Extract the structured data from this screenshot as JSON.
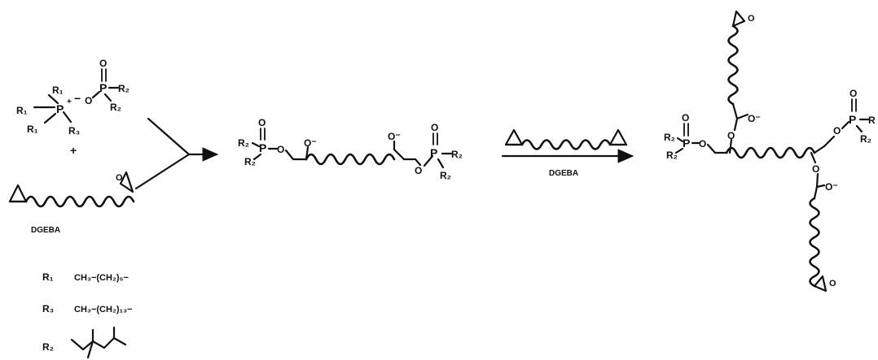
{
  "reactant1": {
    "P_label": "P",
    "P_charge": "+",
    "R1": "R₁",
    "R3": "R₃",
    "anion_minus": "−",
    "O": "O",
    "R2": "R₂"
  },
  "plus_sign": "+",
  "dgeba_label": "DGEBA",
  "arrow2_label": "DGEBA",
  "legend": {
    "r1_key": "R₁",
    "r1_val": "CH₃−(CH₂)₅−",
    "r3_key": "R₃",
    "r3_val": "CH₃−(CH₂)₁₃−",
    "r2_key": "R₂"
  },
  "intermediate": {
    "P": "P",
    "O": "O",
    "R2": "R₂",
    "O_minus": "O⁻"
  },
  "product": {
    "P": "P",
    "O": "O",
    "R2": "R₂",
    "R_trunc": "R",
    "O_minus": "O⁻"
  }
}
